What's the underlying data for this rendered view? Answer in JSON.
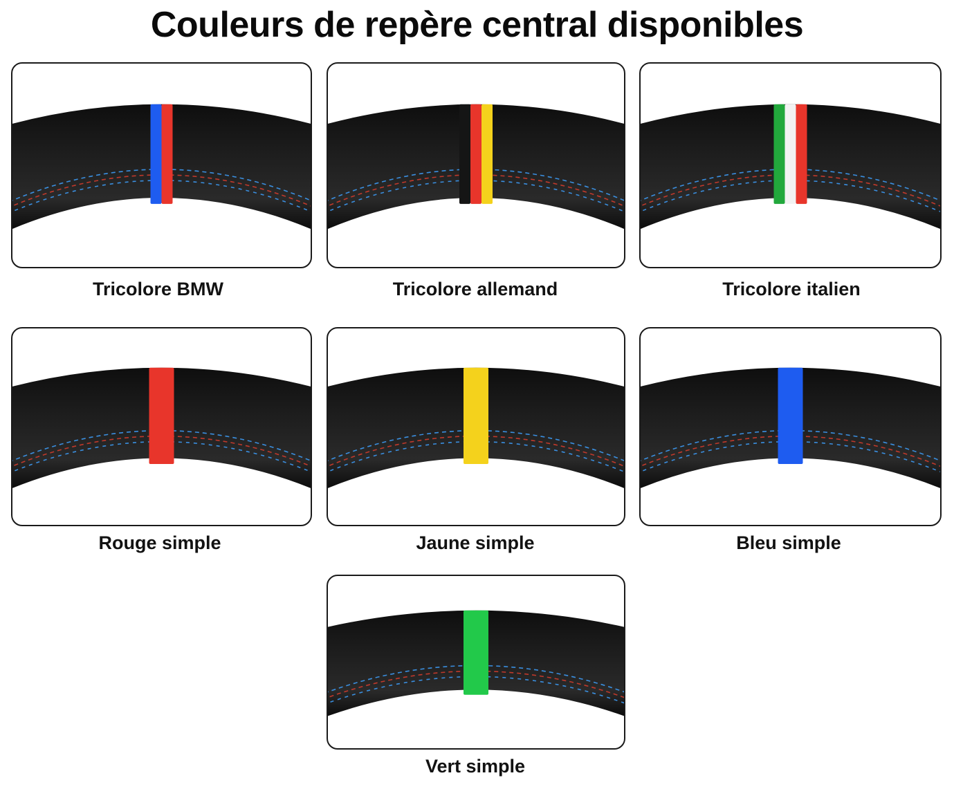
{
  "page": {
    "title": "Couleurs de repère central disponibles"
  },
  "options": [
    {
      "label": "Tricolore BMW",
      "stripes": [
        "#1e5cf0",
        "#e8352b"
      ]
    },
    {
      "label": "Tricolore allemand",
      "stripes": [
        "#151515",
        "#e8352b",
        "#f4d21c"
      ]
    },
    {
      "label": "Tricolore italien",
      "stripes": [
        "#22a83c",
        "#f2f2f2",
        "#e8352b"
      ]
    },
    {
      "label": "Rouge simple",
      "stripes": [
        "#e8352b"
      ]
    },
    {
      "label": "Jaune simple",
      "stripes": [
        "#f4d21c"
      ]
    },
    {
      "label": "Bleu simple",
      "stripes": [
        "#1e5cf0"
      ]
    },
    {
      "label": "Vert simple",
      "stripes": [
        "#22c94a"
      ]
    }
  ],
  "colors": {
    "leather": "#1c1c1c",
    "stitch_blue": "#3a8fe0",
    "stitch_red": "#c0392b"
  }
}
